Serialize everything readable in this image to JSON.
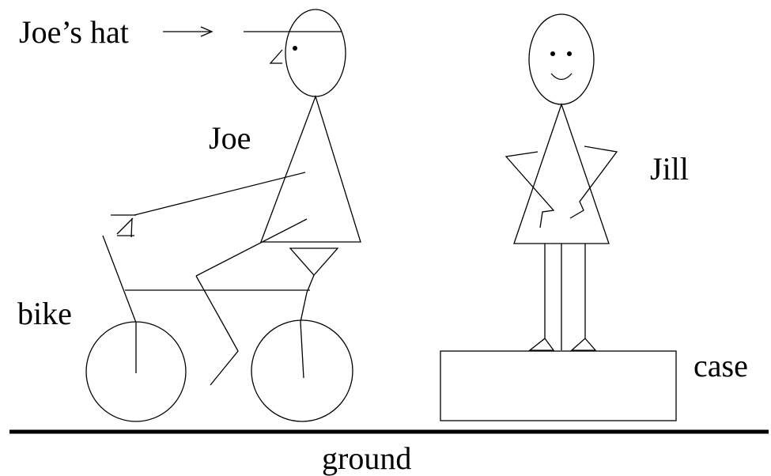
{
  "labels": {
    "joes_hat": "Joe’s hat",
    "joe": "Joe",
    "jill": "Jill",
    "bike": "bike",
    "case": "case",
    "ground": "ground"
  },
  "colors": {
    "ink": "#000000",
    "background": "#ffffff"
  }
}
